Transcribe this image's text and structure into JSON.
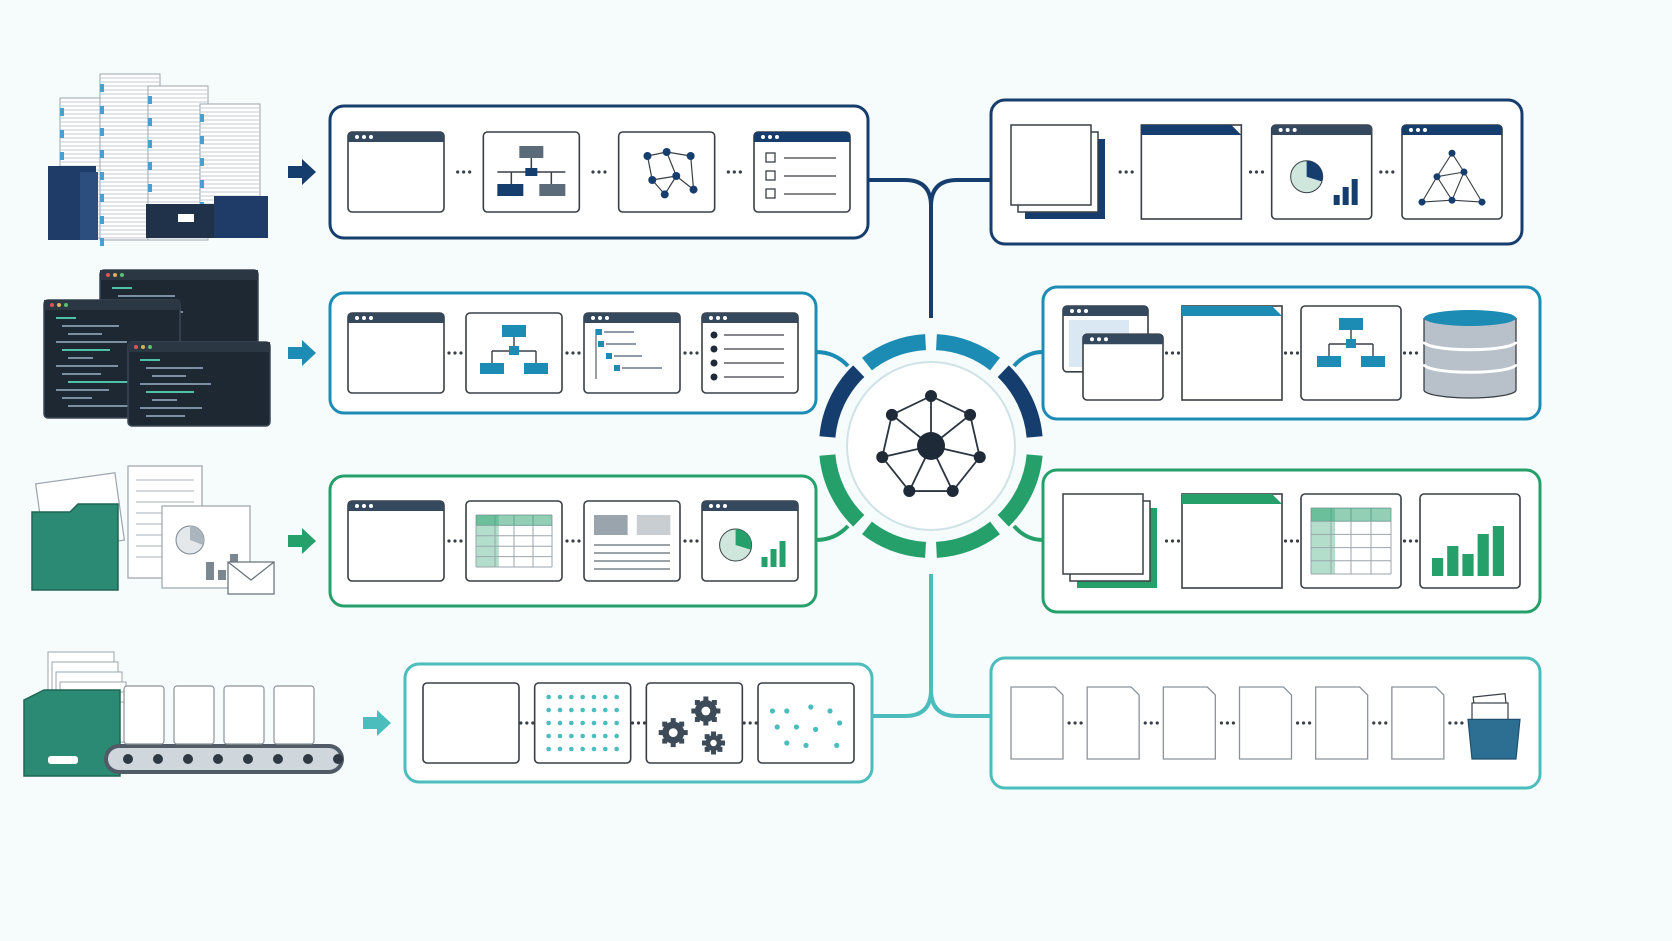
{
  "colors": {
    "background": "#f6fbfc",
    "navy": "#153e6e",
    "blue": "#1d8cb4",
    "green": "#26a06b",
    "teal": "#4bbdbd",
    "panel_fill": "#ffffff",
    "icon_stroke": "#3a3f45",
    "node_dark": "#1f2a38"
  },
  "hub": {
    "icon": "network-hub-icon",
    "ring_segments": [
      "navy",
      "blue",
      "blue",
      "navy",
      "green",
      "green",
      "green",
      "green"
    ]
  },
  "rows": [
    {
      "id": "documents",
      "color": "navy",
      "source_icon": "paper-stack-binders-icon",
      "input_stages": [
        "browser-window-icon",
        "flowchart-icon",
        "node-graph-icon",
        "checklist-window-icon"
      ],
      "output_stages": [
        "stacked-pages-icon",
        "blank-page-icon",
        "pie-bar-chart-icon",
        "graph-window-icon"
      ]
    },
    {
      "id": "code",
      "color": "blue",
      "source_icon": "code-editor-windows-icon",
      "input_stages": [
        "browser-window-icon",
        "hierarchy-icon",
        "gantt-chart-icon",
        "bullet-list-window-icon"
      ],
      "output_stages": [
        "stacked-windows-icon",
        "blank-page-icon",
        "hierarchy-icon",
        "database-icon"
      ]
    },
    {
      "id": "reports",
      "color": "green",
      "source_icon": "folder-reports-mail-icon",
      "input_stages": [
        "browser-window-icon",
        "table-icon",
        "article-layout-icon",
        "pie-bar-chart-icon"
      ],
      "output_stages": [
        "stacked-pages-icon",
        "blank-page-icon",
        "table-icon",
        "bar-chart-icon"
      ]
    },
    {
      "id": "cards",
      "color": "teal",
      "source_icon": "card-tray-conveyor-icon",
      "input_stages": [
        "blank-card-icon",
        "dot-grid-icon",
        "gears-icon",
        "scattered-dots-icon"
      ],
      "output_stages": [
        "page-icon",
        "page-icon",
        "page-icon",
        "page-icon",
        "page-icon",
        "page-icon",
        "card-tray-icon"
      ]
    }
  ]
}
